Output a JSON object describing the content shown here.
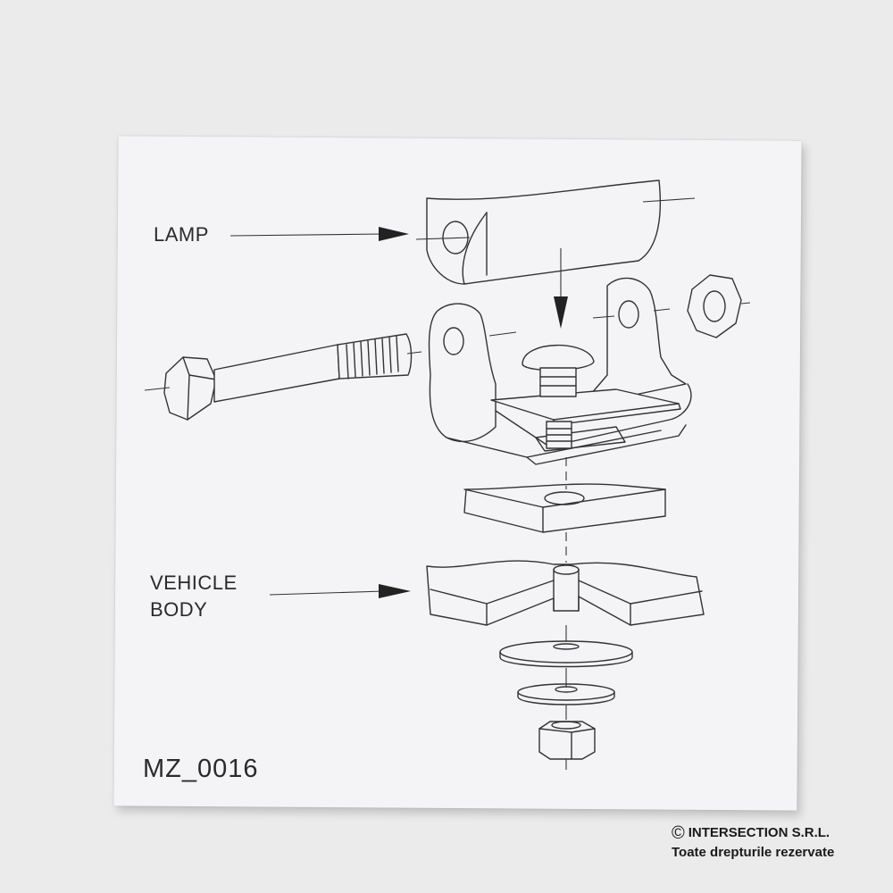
{
  "labels": {
    "lamp": "LAMP",
    "vehicle_line1": "VEHICLE",
    "vehicle_line2": "BODY",
    "code": "MZ_0016"
  },
  "copyright": {
    "symbol": "©",
    "company": "INTERSECTION S.R.L.",
    "rights": "Toate drepturile rezervate"
  }
}
